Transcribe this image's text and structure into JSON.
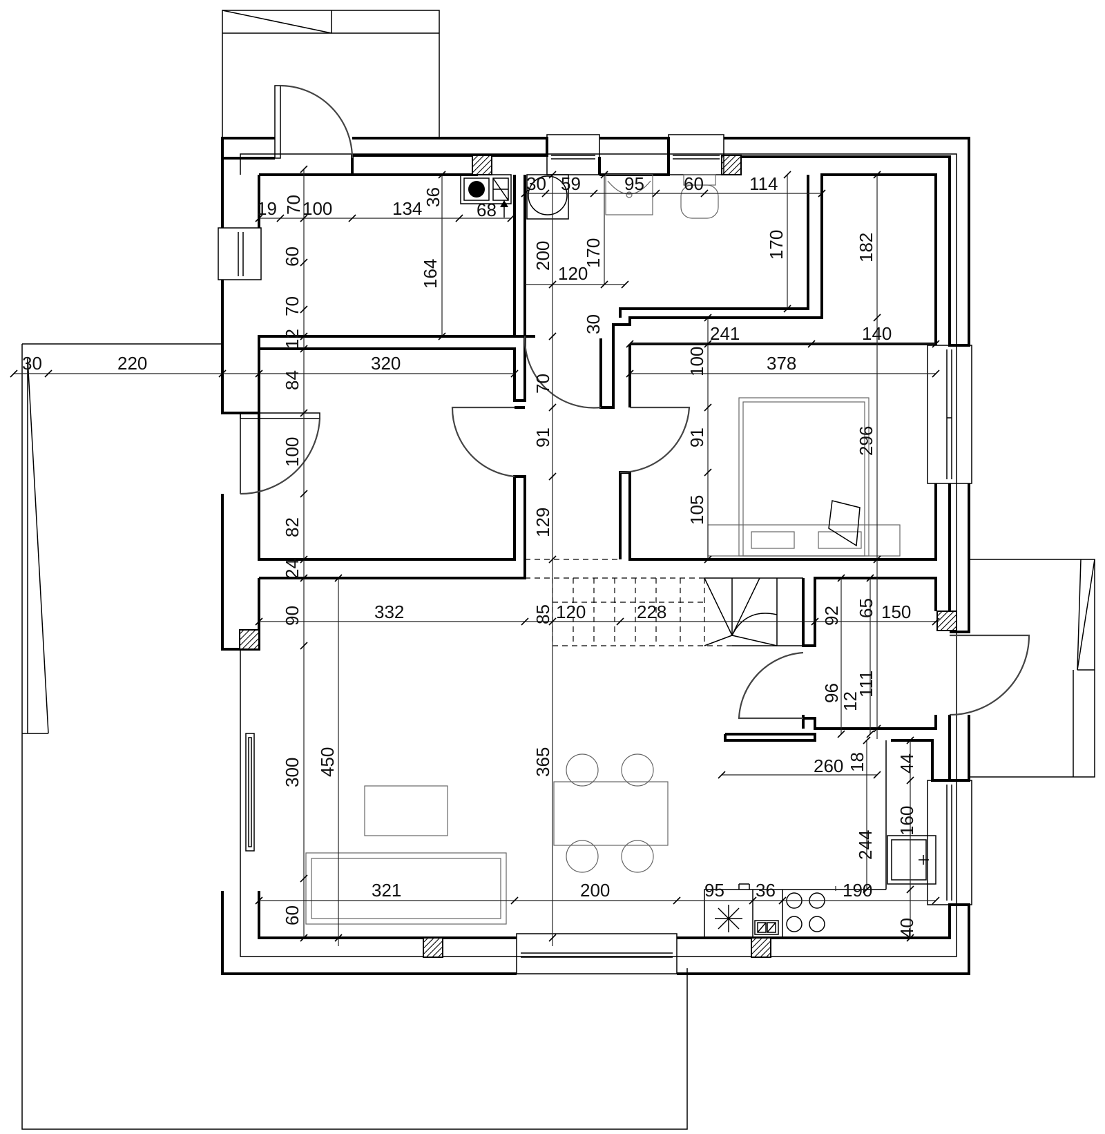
{
  "dimensions": {
    "top_19": "19",
    "top_70": "70",
    "top_100": "100",
    "top_134": "134",
    "top_36": "36",
    "top_68": "68",
    "top_30": "30",
    "top_59": "59",
    "top_95": "95",
    "top_60": "60",
    "top_114": "114",
    "ut_60": "60",
    "ut_70": "70",
    "ut_164": "164",
    "ut_200": "200",
    "ut_170a": "170",
    "ut_120": "120",
    "ut_170b": "170",
    "ut_182": "182",
    "ut_30": "30",
    "ut_12": "12",
    "out_30": "30",
    "out_220": "220",
    "r2_320": "320",
    "r2_84": "84",
    "r2_70": "70",
    "r2_241": "241",
    "r2_140": "140",
    "r2_100": "100",
    "r2_378": "378",
    "r2_91a": "91",
    "r2_91b": "91",
    "r2_296": "296",
    "r2_100b": "100",
    "r2_82": "82",
    "r2_129": "129",
    "r2_105": "105",
    "r2_24": "24",
    "liv_90": "90",
    "liv_332": "332",
    "liv_85": "85",
    "liv_120": "120",
    "liv_228": "228",
    "liv_92": "92",
    "liv_65": "65",
    "liv_150": "150",
    "liv_96": "96",
    "liv_111": "111",
    "liv_12": "12",
    "liv_300": "300",
    "liv_450": "450",
    "liv_365": "365",
    "liv_260": "260",
    "liv_18": "18",
    "liv_44": "44",
    "liv_160": "160",
    "liv_244": "244",
    "bot_321": "321",
    "bot_200": "200",
    "bot_95": "95",
    "bot_36": "36",
    "bot_190": "190",
    "bot_60": "60",
    "bot_40": "40"
  }
}
